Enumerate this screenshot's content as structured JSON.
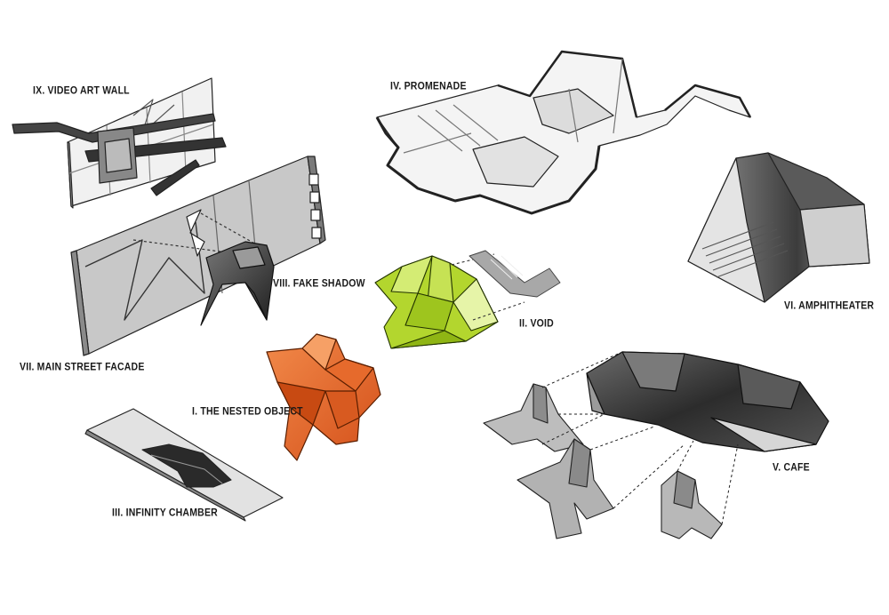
{
  "labels": {
    "video_art_wall": "IX. VIDEO ART WALL",
    "promenade": "IV. PROMENADE",
    "fake_shadow": "VIII. FAKE SHADOW",
    "void": "II. VOID",
    "amphitheater": "VI. AMPHITHEATER",
    "main_street_facade": "VII. MAIN STREET FACADE",
    "nested_object": "I. THE NESTED OBJECT",
    "cafe": "V. CAFE",
    "infinity_chamber": "III. INFINITY CHAMBER"
  },
  "colors": {
    "nested_object": "#e8642a",
    "void": "#b3d62e",
    "cafe": "#3a3a3a",
    "facade": "#c8c8c8",
    "line": "#222222"
  }
}
